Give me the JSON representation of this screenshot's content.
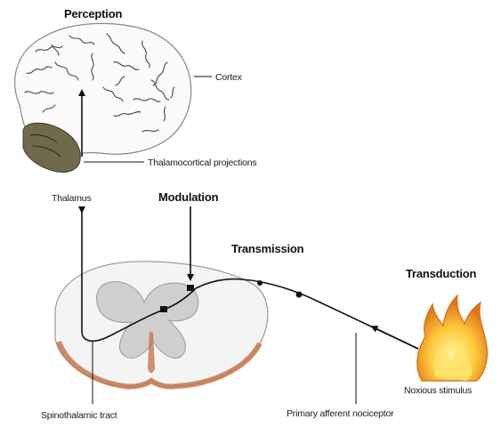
{
  "stages": {
    "perception": "Perception",
    "modulation": "Modulation",
    "transmission": "Transmission",
    "transduction": "Transduction"
  },
  "labels": {
    "cortex": "Cortex",
    "thalamocortical": "Thalamocortical projections",
    "thalamus": "Thalamus",
    "spinothalamic": "Spinothalamic tract",
    "afferent": "Primary afferent nociceptor",
    "stimulus": "Noxious stimulus"
  },
  "colors": {
    "ink": "#111111",
    "brain_line": "#555555",
    "thalamus_fill": "#6f6a4c",
    "gray_matter": "#cfcfcf",
    "cord_red": "#c6764f",
    "flame_outer": "#f2a12c",
    "flame_inner": "#ffe36b"
  }
}
